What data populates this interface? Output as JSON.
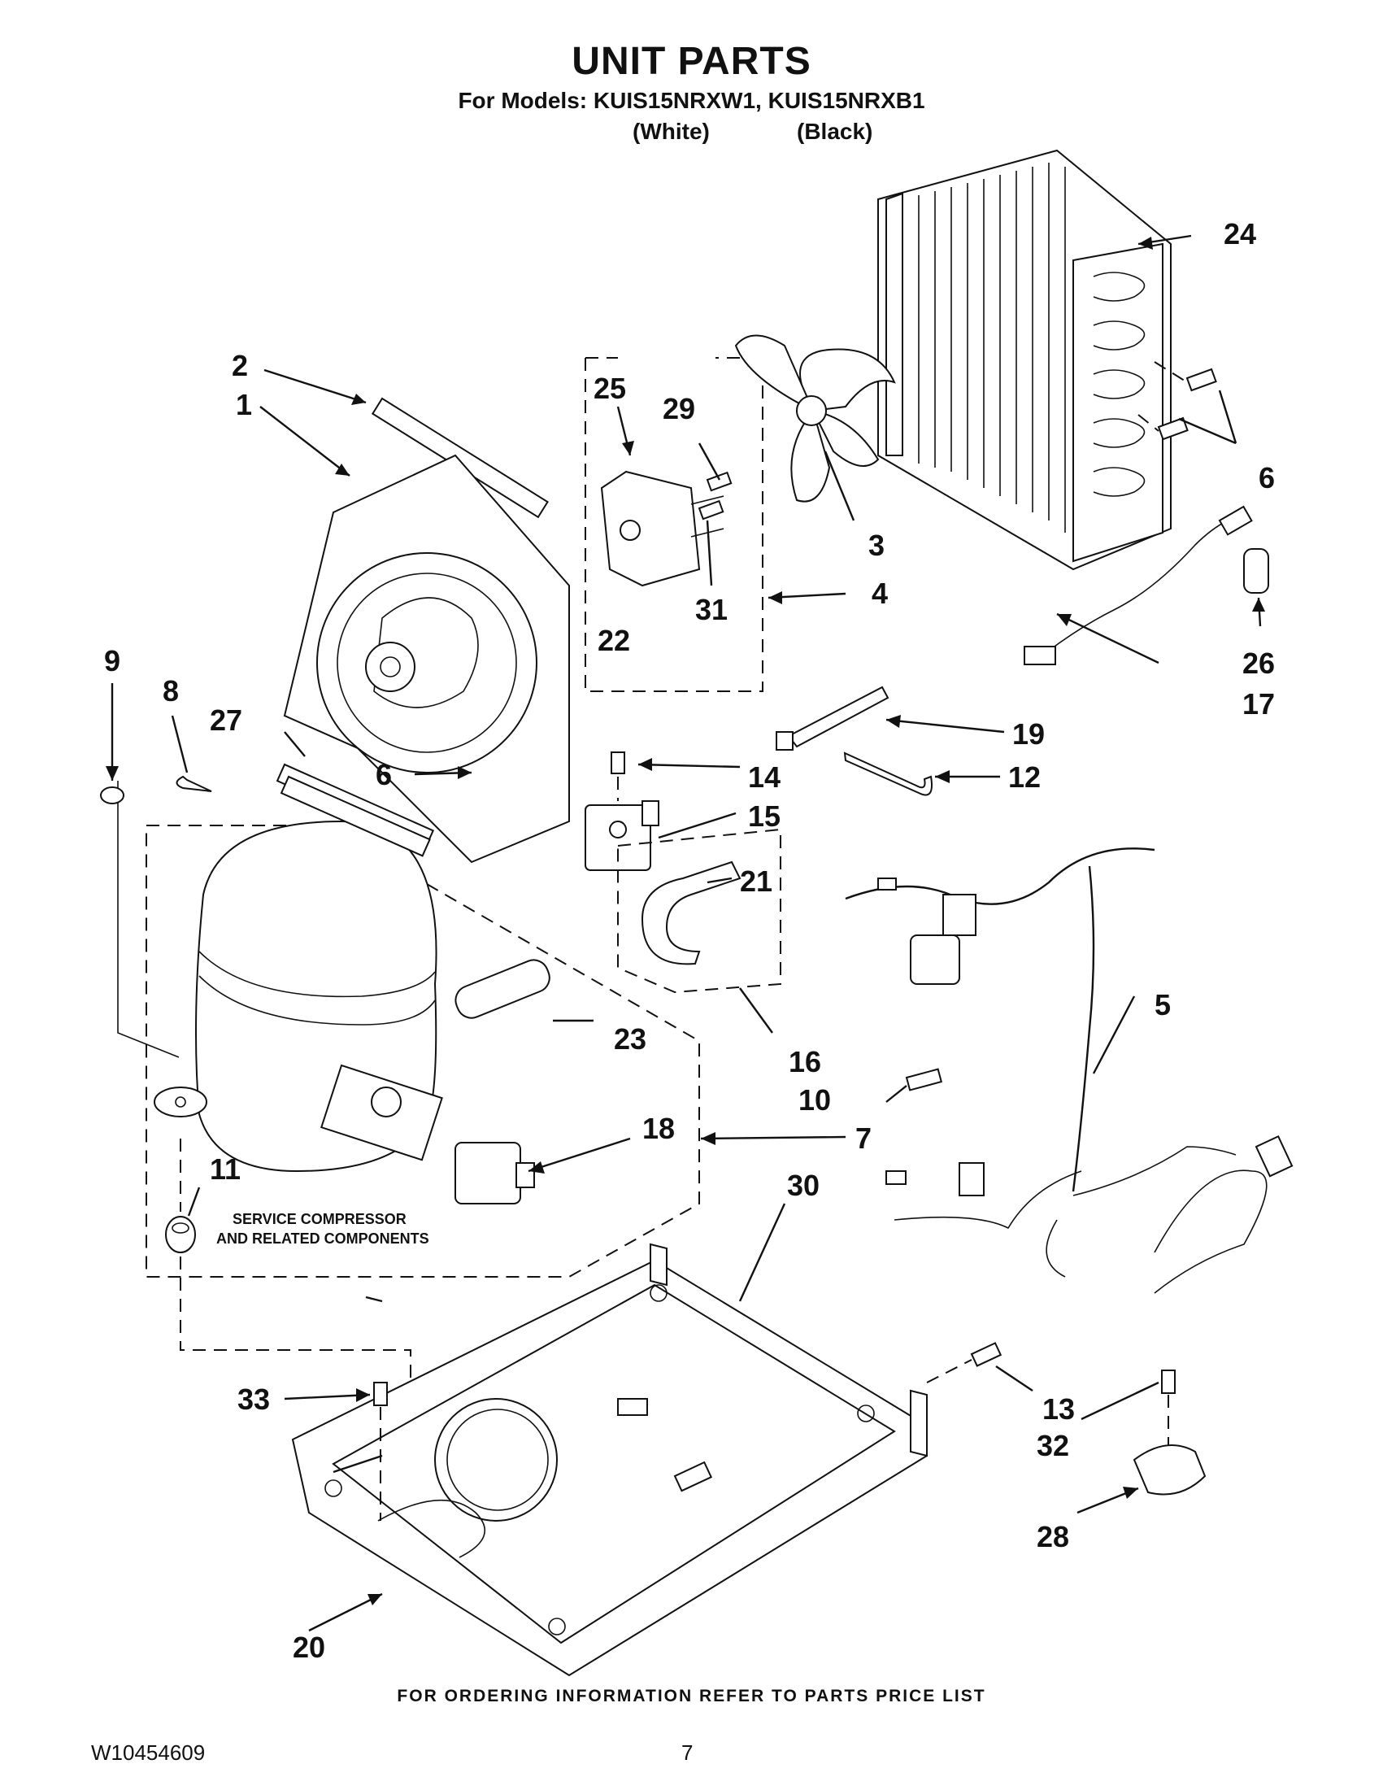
{
  "header": {
    "title": "UNIT PARTS",
    "models_line": "For Models: KUIS15NRXW1, KUIS15NRXB1",
    "variant_white": "(White)",
    "variant_black": "(Black)"
  },
  "diagram": {
    "callouts": [
      "1",
      "2",
      "3",
      "4",
      "5",
      "6",
      "6",
      "7",
      "8",
      "9",
      "10",
      "11",
      "12",
      "13",
      "14",
      "15",
      "16",
      "17",
      "18",
      "19",
      "20",
      "21",
      "22",
      "23",
      "24",
      "25",
      "26",
      "27",
      "28",
      "29",
      "30",
      "31",
      "32",
      "33"
    ],
    "service_label_line1": "SERVICE COMPRESSOR",
    "service_label_line2": "AND RELATED COMPONENTS"
  },
  "footer": {
    "ordering_note": "FOR ORDERING INFORMATION REFER TO PARTS PRICE LIST",
    "document_number": "W10454609",
    "page_number": "7"
  }
}
